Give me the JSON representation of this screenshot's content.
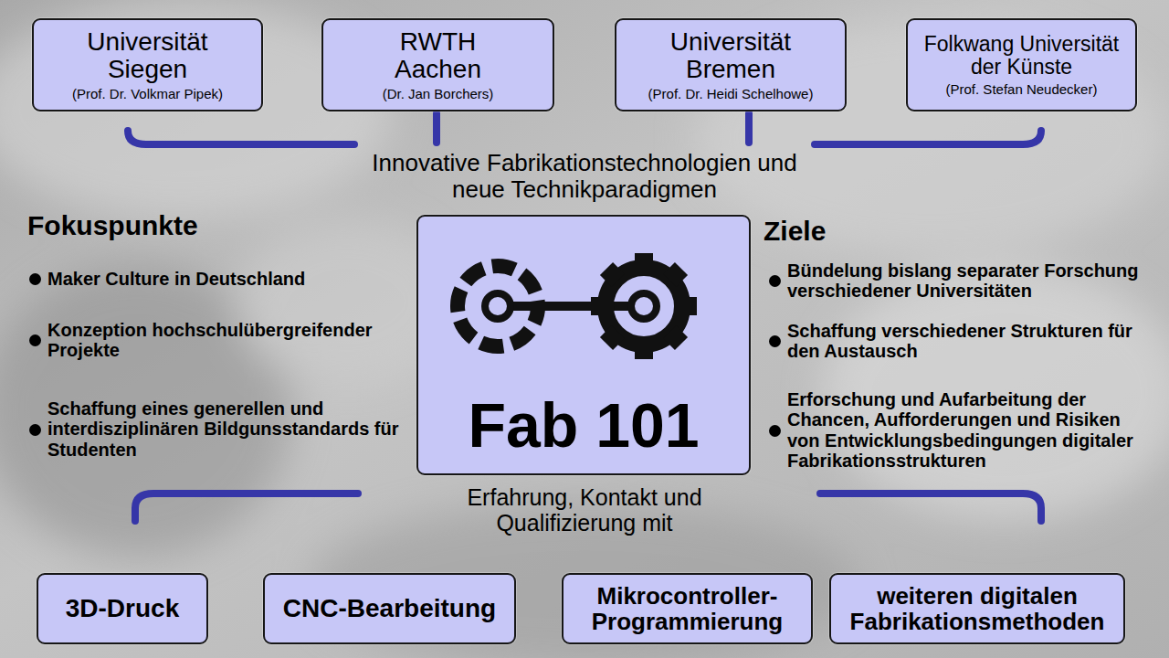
{
  "diagram": {
    "nodes": [
      {
        "text": [
          "Universität Siegen",
          "(Prof. Dr. Volkmar Pipek)"
        ]
      },
      {
        "text": [
          "RWTH Aachen",
          "(Dr. Jan Borchers)"
        ]
      },
      {
        "text": [
          "Universität Bremen",
          "(Prof. Dr. Heidi Schelhowe)"
        ]
      },
      {
        "text": [
          "Folkwang Universität der Künste",
          "(Prof. Stefan Neudecker)"
        ]
      },
      {
        "text": [
          "Fab 101"
        ]
      },
      {
        "text": [
          "3D-Druck"
        ]
      },
      {
        "text": [
          "CNC-Bearbeitung"
        ]
      },
      {
        "text": [
          "Mikrocontroller- Programmierung"
        ]
      },
      {
        "text": [
          "weiteren digitalen Fabrikationsmethoden"
        ]
      }
    ],
    "labels": [
      "Innovative Fabrikationstechnologien und neue Technikparadigmen",
      "Fokuspunkte",
      "Maker Culture in Deutschland",
      "Konzeption hochschulübergreifender Projekte",
      "Schaffung eines generellen und interdisziplinären Bildgunsstandards für Studenten",
      "Ziele",
      "Bündelung bislang separater Forschung verschiedener Universitäten",
      "Schaffung verschiedener Strukturen für den Austausch",
      "Erforschung und Aufarbeitung der Chancen, Aufforderungen und Risiken von Entwicklungsbedingungen digitaler Fabrikationsstrukturen",
      "Erfahrung, Kontakt und Qualifizierung mit"
    ]
  }
}
